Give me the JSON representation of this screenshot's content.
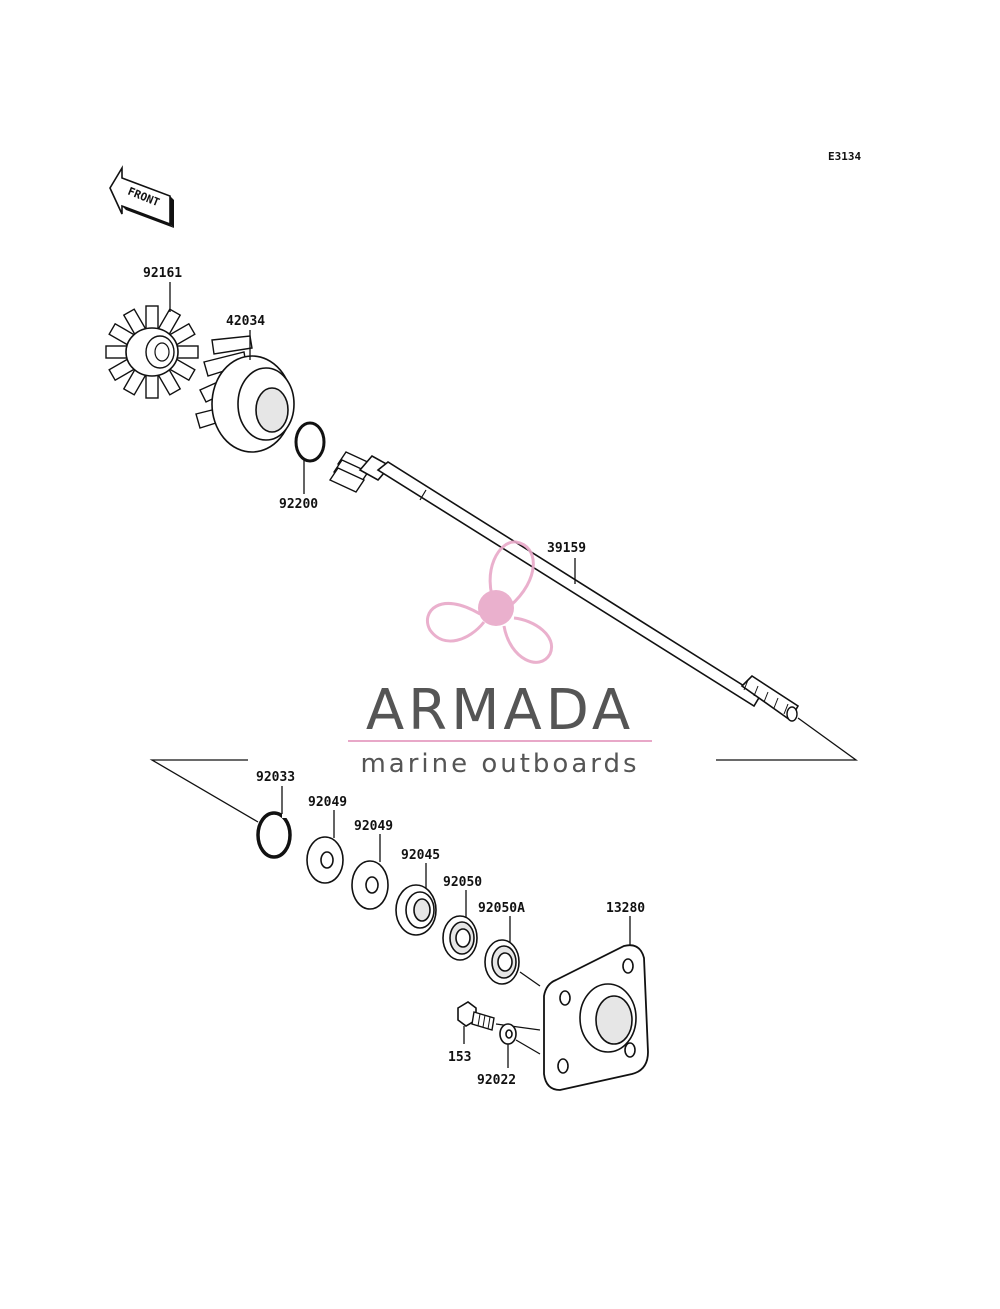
{
  "diagram_code": "E3134",
  "front_marker": "FRONT",
  "parts": {
    "p92161": "92161",
    "p42034": "42034",
    "p92200": "92200",
    "p39159": "39159",
    "p92033": "92033",
    "p92049a": "92049",
    "p92049b": "92049",
    "p92045": "92045",
    "p92050": "92050",
    "p92050A": "92050A",
    "p13280": "13280",
    "p153": "153",
    "p92022": "92022"
  },
  "watermark": {
    "brand": "ARMADA",
    "tagline": "marine outboards",
    "accent_color": "#e8a8c8",
    "text_color": "#555555"
  }
}
